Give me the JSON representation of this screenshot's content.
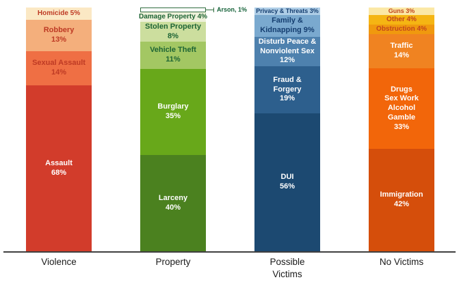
{
  "chart_data": {
    "type": "bar",
    "variant": "stacked-100",
    "orientation": "vertical",
    "unit": "%",
    "title": "",
    "legend": "none",
    "grid": false,
    "categories": [
      "Violence",
      "Property",
      "Possible Victims",
      "No Victims"
    ],
    "axis": {
      "line_color": "#3F3F3F",
      "label_color": "#1A1A1A"
    },
    "annotations": [
      {
        "target": "Arson",
        "label": "Arson, 1%",
        "color": "#156239",
        "line_color": "#2E6B3C"
      }
    ],
    "columns": [
      {
        "category": "Violence",
        "category_lines": [
          "Violence"
        ],
        "dark_text_color": "#BE3A24",
        "segments": [
          {
            "name": "Homicide",
            "value": 5,
            "lines": [
              "Homicide 5%"
            ],
            "bg": "#FBE8C4",
            "text": "dark"
          },
          {
            "name": "Robbery",
            "value": 13,
            "lines": [
              "Robbery",
              "13%"
            ],
            "bg": "#F4AF7C",
            "text": "dark"
          },
          {
            "name": "Sexual Assault",
            "value": 14,
            "lines": [
              "Sexual Assault",
              "14%"
            ],
            "bg": "#EF6F44",
            "text": "dark"
          },
          {
            "name": "Assault",
            "value": 68,
            "lines": [
              "Assault",
              "68%"
            ],
            "bg": "#D23C2B",
            "text": "white"
          }
        ]
      },
      {
        "category": "Property",
        "category_lines": [
          "Property"
        ],
        "dark_text_color": "#1D6434",
        "segments": [
          {
            "name": "Arson",
            "value": 1,
            "lines": [],
            "bg": "#FFFFFF",
            "border": "#2E6B3C",
            "text": "dark",
            "outside_label": "Arson, 1%"
          },
          {
            "name": "Damage Property",
            "value": 4,
            "lines": [
              "Damage Property 4%"
            ],
            "bg": "#EEF1DA",
            "text": "dark"
          },
          {
            "name": "Stolen Property",
            "value": 8,
            "lines": [
              "Stolen Property",
              "8%"
            ],
            "bg": "#CCDE9E",
            "text": "dark"
          },
          {
            "name": "Vehicle Theft",
            "value": 11,
            "lines": [
              "Vehicle Theft",
              "11%"
            ],
            "bg": "#A3C763",
            "text": "dark"
          },
          {
            "name": "Burglary",
            "value": 35,
            "lines": [
              "Burglary",
              "35%"
            ],
            "bg": "#68A81A",
            "text": "white"
          },
          {
            "name": "Larceny",
            "value": 40,
            "lines": [
              "Larceny",
              "40%"
            ],
            "bg": "#4B811F",
            "text": "white"
          }
        ]
      },
      {
        "category": "Possible Victims",
        "category_lines": [
          "Possible",
          "Victims"
        ],
        "dark_text_color": "#153E70",
        "segments": [
          {
            "name": "Privacy & Threats",
            "value": 3,
            "lines": [
              "Privacy & Threats 3%"
            ],
            "bg": "#AECDE6",
            "text": "dark"
          },
          {
            "name": "Family & Kidnapping",
            "value": 9,
            "lines": [
              "Family &",
              "Kidnapping 9%"
            ],
            "bg": "#7AA9CF",
            "text": "dark"
          },
          {
            "name": "Disturb Peace & Nonviolent Sex",
            "value": 12,
            "lines": [
              "Disturb Peace &",
              "Nonviolent Sex",
              "12%"
            ],
            "bg": "#4E81AE",
            "text": "white"
          },
          {
            "name": "Fraud & Forgery",
            "value": 19,
            "lines": [
              "Fraud &",
              "Forgery",
              "19%"
            ],
            "bg": "#2D5F8D",
            "text": "white"
          },
          {
            "name": "DUI",
            "value": 56,
            "lines": [
              "DUI",
              "56%"
            ],
            "bg": "#1C4971",
            "text": "white"
          }
        ]
      },
      {
        "category": "No Victims",
        "category_lines": [
          "No Victims"
        ],
        "dark_text_color": "#C2451C",
        "segments": [
          {
            "name": "Guns",
            "value": 3,
            "lines": [
              "Guns 3%"
            ],
            "bg": "#FBE8A6",
            "text": "dark"
          },
          {
            "name": "Other",
            "value": 4,
            "lines": [
              "Other 4%"
            ],
            "bg": "#F5B513",
            "text": "dark"
          },
          {
            "name": "Obstruction",
            "value": 4,
            "lines": [
              "Obstruction 4%"
            ],
            "bg": "#F0990E",
            "text": "dark"
          },
          {
            "name": "Traffic",
            "value": 14,
            "lines": [
              "Traffic",
              "14%"
            ],
            "bg": "#F08321",
            "text": "white"
          },
          {
            "name": "Drugs Sex Work Alcohol Gamble",
            "value": 33,
            "lines": [
              "Drugs",
              "Sex Work",
              "Alcohol",
              "Gamble",
              "33%"
            ],
            "bg": "#F2660A",
            "text": "white"
          },
          {
            "name": "Immigration",
            "value": 42,
            "lines": [
              "Immigration",
              "42%"
            ],
            "bg": "#D54E0B",
            "text": "white"
          }
        ]
      }
    ]
  }
}
